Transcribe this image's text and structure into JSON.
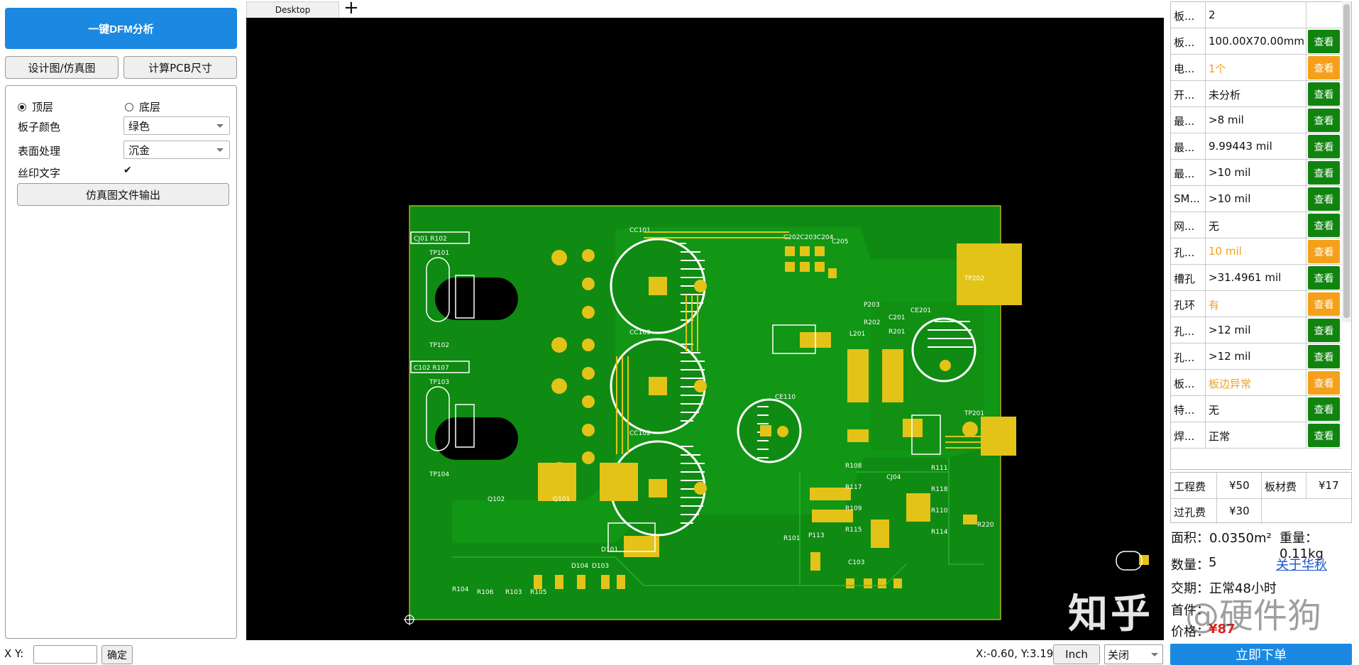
{
  "left": {
    "dfm_button": "一键DFM分析",
    "tab_design": "设计图/仿真图",
    "tab_calc": "计算PCB尺寸",
    "layer_top": "顶层",
    "layer_bottom": "底层",
    "board_color_label": "板子颜色",
    "board_color_value": "绿色",
    "surface_label": "表面处理",
    "surface_value": "沉金",
    "silk_label": "丝印文字",
    "silk_checked": "✔",
    "export_button": "仿真图文件输出"
  },
  "canvas": {
    "tab_label": "Desktop",
    "tab_add": "+"
  },
  "bottom": {
    "xy_label": "X Y:",
    "xy_value": "",
    "ok_button": "确定",
    "coords": "X:-0.60, Y:3.19",
    "unit_button": "Inch",
    "close_select": "关闭"
  },
  "analysis_rows": [
    {
      "name": "板...",
      "value": "2",
      "status": "none"
    },
    {
      "name": "板...",
      "value": "100.00X70.00mm",
      "status": "green"
    },
    {
      "name": "电...",
      "value": "1个",
      "status": "orange"
    },
    {
      "name": "开...",
      "value": "未分析",
      "status": "green"
    },
    {
      "name": "最...",
      "value": ">8 mil",
      "status": "green"
    },
    {
      "name": "最...",
      "value": "9.99443 mil",
      "status": "green"
    },
    {
      "name": "最...",
      "value": ">10 mil",
      "status": "green"
    },
    {
      "name": "SM...",
      "value": ">10 mil",
      "status": "green"
    },
    {
      "name": "网...",
      "value": "无",
      "status": "green"
    },
    {
      "name": "孔...",
      "value": "10 mil",
      "status": "orange"
    },
    {
      "name": "槽孔",
      "value": ">31.4961 mil",
      "status": "green"
    },
    {
      "name": "孔环",
      "value": "有",
      "status": "orange"
    },
    {
      "name": "孔...",
      "value": ">12 mil",
      "status": "green"
    },
    {
      "name": "孔...",
      "value": ">12 mil",
      "status": "green"
    },
    {
      "name": "板...",
      "value": "板边异常",
      "status": "orange"
    },
    {
      "name": "特...",
      "value": "无",
      "status": "green"
    },
    {
      "name": "焊...",
      "value": "正常",
      "status": "green"
    }
  ],
  "view_label": "查看",
  "fees": {
    "engineering_label": "工程费",
    "engineering_value": "¥50",
    "material_label": "板材费",
    "material_value": "¥17",
    "via_label": "过孔费",
    "via_value": "¥30"
  },
  "summary": {
    "area": "面积：0.0350m²",
    "weight": "重量：0.11kg",
    "quantity_label": "数量：",
    "quantity_value": "5",
    "about_link": "关于华秋",
    "delivery": "交期：正常48小时",
    "shipping": "首件：",
    "price_label": "价格：",
    "price_value": "¥87"
  },
  "order_button": "立即下单",
  "watermark": "知乎",
  "watermark_user": "@硬件狗",
  "colors": {
    "primary": "#1b88e2",
    "ok_green": "#10840f",
    "warn_orange": "#f5a01a",
    "pcb_green": "#0f8a12",
    "pad_gold": "#e3c318",
    "price_red": "#e11e1e"
  }
}
